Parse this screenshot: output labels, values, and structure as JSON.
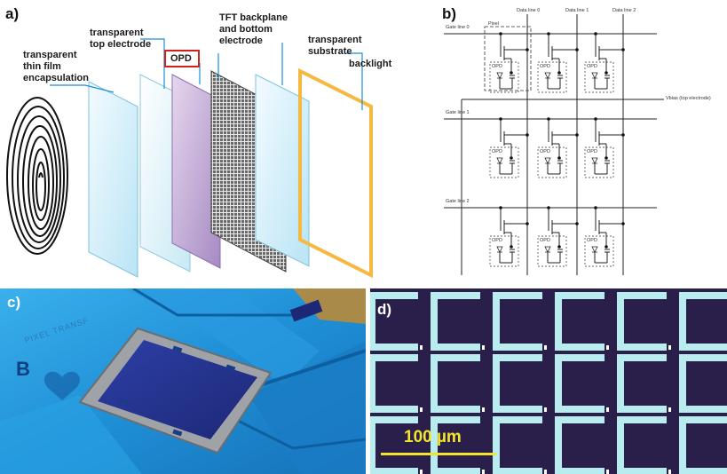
{
  "panel_a": {
    "label": "a)",
    "layers": {
      "encapsulation": "transparent\nthin film\nencapsulation",
      "top_electrode": "transparent\ntop electrode",
      "opd": "OPD",
      "tft": "TFT backplane\nand bottom\nelectrode",
      "substrate": "transparent\nsubstrate",
      "backlight": "backlight"
    }
  },
  "panel_b": {
    "label": "b)",
    "data_lines": [
      "Data line 0",
      "Data line 1",
      "Data line 2"
    ],
    "gate_lines": [
      "Gate line 0",
      "Gate line 1",
      "Gate line 2"
    ],
    "pixel_label": "Pixel",
    "opd_label": "OPD",
    "vbias_label": "Vbias (top electrode)"
  },
  "panel_c": {
    "label": "c)",
    "chip_mark": "B",
    "chip_text": "PIXEL TRANSF"
  },
  "panel_d": {
    "label": "d)",
    "scalebar_text": "100 µm"
  },
  "colors": {
    "accent_orange": "#f5b942",
    "leader_blue": "#1a8fd8",
    "opd_red": "#d0211b",
    "scalebar_yellow": "#f2e52a",
    "micro_bg": "#2a1f4a",
    "electrode": "#b8ecef"
  }
}
